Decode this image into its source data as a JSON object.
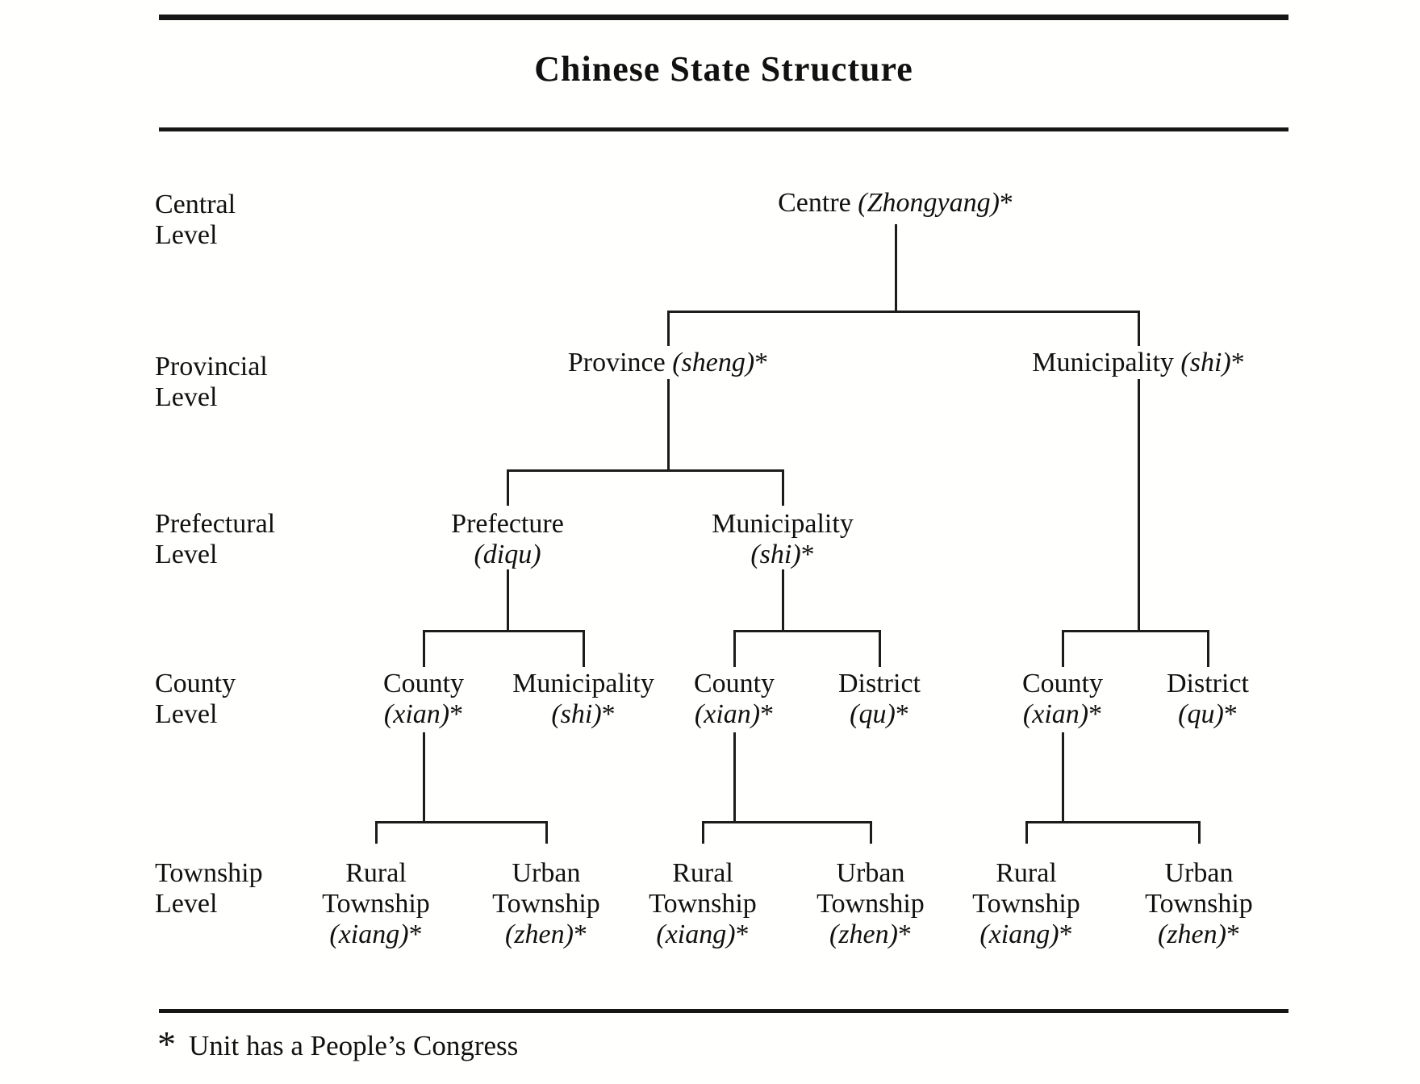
{
  "title": "Chinese State Structure",
  "levels": [
    {
      "line1": "Central",
      "line2": "Level"
    },
    {
      "line1": "Provincial",
      "line2": "Level"
    },
    {
      "line1": "Prefectural",
      "line2": "Level"
    },
    {
      "line1": "County",
      "line2": "Level"
    },
    {
      "line1": "Township",
      "line2": "Level"
    }
  ],
  "nodes": {
    "centre": {
      "name": "Centre",
      "term": "(Zhongyang)",
      "star": "*"
    },
    "province": {
      "name": "Province",
      "term": "(sheng)",
      "star": "*"
    },
    "municipality_provincial": {
      "name": "Municipality",
      "term": "(shi)",
      "star": "*"
    },
    "prefecture": {
      "name": "Prefecture",
      "term": "(diqu)",
      "star": ""
    },
    "municipality_prefectural": {
      "name": "Municipality",
      "term": "(shi)",
      "star": "*"
    },
    "county_1": {
      "name": "County",
      "term": "(xian)",
      "star": "*"
    },
    "municipality_county": {
      "name": "Municipality",
      "term": "(shi)",
      "star": "*"
    },
    "county_2": {
      "name": "County",
      "term": "(xian)",
      "star": "*"
    },
    "district_1": {
      "name": "District",
      "term": "(qu)",
      "star": "*"
    },
    "county_3": {
      "name": "County",
      "term": "(xian)",
      "star": "*"
    },
    "district_2": {
      "name": "District",
      "term": "(qu)",
      "star": "*"
    },
    "rural_township_1": {
      "line1": "Rural",
      "line2": "Township",
      "term": "(xiang)",
      "star": "*"
    },
    "urban_township_1": {
      "line1": "Urban",
      "line2": "Township",
      "term": "(zhen)",
      "star": "*"
    },
    "rural_township_2": {
      "line1": "Rural",
      "line2": "Township",
      "term": "(xiang)",
      "star": "*"
    },
    "urban_township_2": {
      "line1": "Urban",
      "line2": "Township",
      "term": "(zhen)",
      "star": "*"
    },
    "rural_township_3": {
      "line1": "Rural",
      "line2": "Township",
      "term": "(xiang)",
      "star": "*"
    },
    "urban_township_3": {
      "line1": "Urban",
      "line2": "Township",
      "term": "(zhen)",
      "star": "*"
    }
  },
  "edges": [
    {
      "from": "centre",
      "to": "province"
    },
    {
      "from": "centre",
      "to": "municipality_provincial"
    },
    {
      "from": "province",
      "to": "prefecture"
    },
    {
      "from": "province",
      "to": "municipality_prefectural"
    },
    {
      "from": "prefecture",
      "to": "county_1"
    },
    {
      "from": "prefecture",
      "to": "municipality_county"
    },
    {
      "from": "municipality_prefectural",
      "to": "county_2"
    },
    {
      "from": "municipality_prefectural",
      "to": "district_1"
    },
    {
      "from": "municipality_provincial",
      "to": "county_3"
    },
    {
      "from": "municipality_provincial",
      "to": "district_2"
    },
    {
      "from": "county_1",
      "to": "rural_township_1"
    },
    {
      "from": "county_1",
      "to": "urban_township_1"
    },
    {
      "from": "county_2",
      "to": "rural_township_2"
    },
    {
      "from": "county_2",
      "to": "urban_township_2"
    },
    {
      "from": "county_3",
      "to": "rural_township_3"
    },
    {
      "from": "county_3",
      "to": "urban_township_3"
    }
  ],
  "footnote": {
    "symbol": "*",
    "text": "Unit has a People’s Congress"
  },
  "ink_color": "#1c1c1c",
  "background_color": "#ffffff"
}
